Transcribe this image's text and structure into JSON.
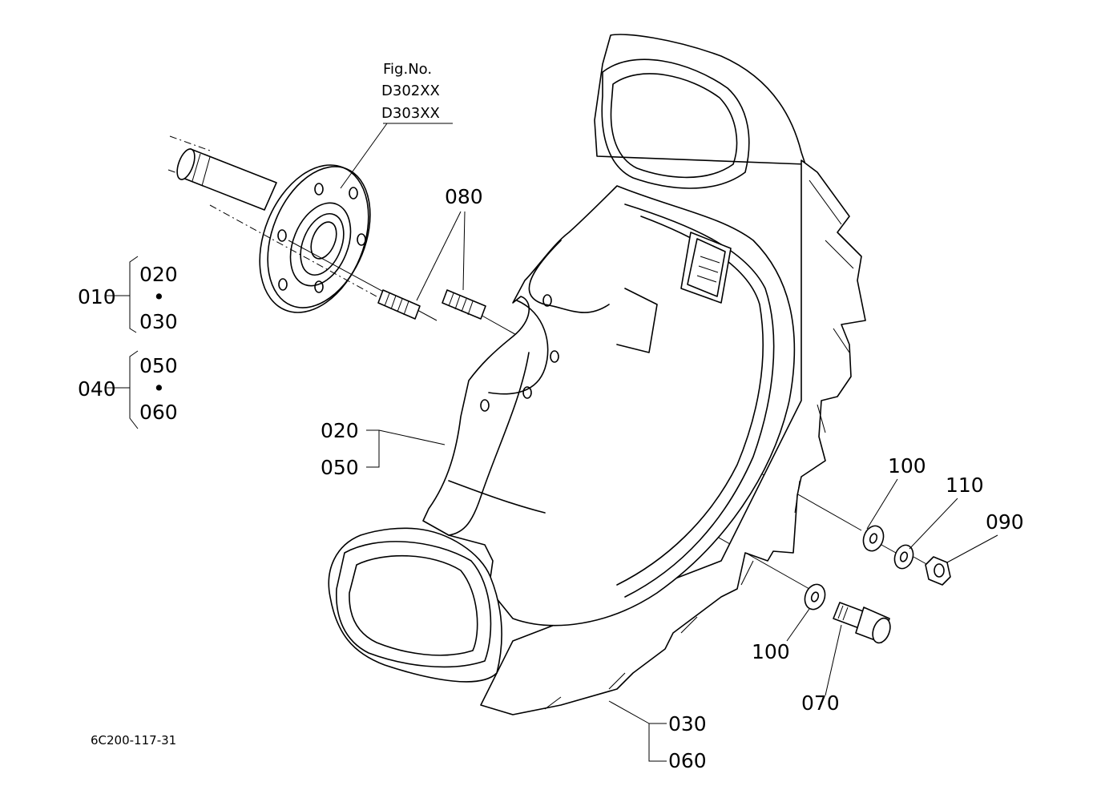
{
  "figure": {
    "fig_no_label": "Fig.No.",
    "fig_no_values": [
      "D302XX",
      "D303XX"
    ],
    "drawing_code": "6C200-117-31"
  },
  "callouts": {
    "group_010": {
      "parent": "010",
      "top": "020",
      "bottom": "030",
      "sep": "•"
    },
    "group_040": {
      "parent": "040",
      "top": "050",
      "bottom": "060",
      "sep": "•"
    },
    "rim_pair": {
      "top": "020",
      "bottom": "050"
    },
    "tire_pair": {
      "top": "030",
      "bottom": "060"
    },
    "stud": "080",
    "washer_a": "100",
    "washer_b": "100",
    "spring_washer": "110",
    "nut": "090",
    "bolt": "070"
  }
}
